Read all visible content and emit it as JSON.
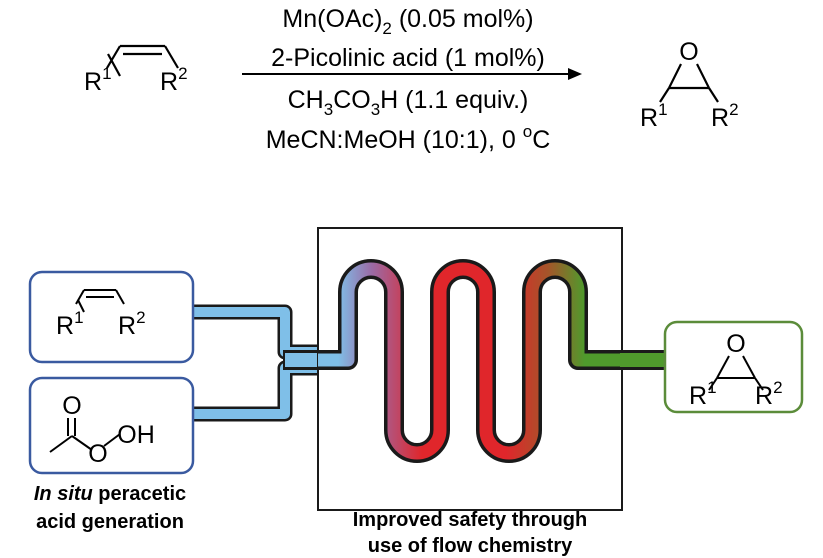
{
  "reaction": {
    "reactant": {
      "r1": "R",
      "r1_sup": "1",
      "r2": "R",
      "r2_sup": "2"
    },
    "conditions": {
      "catalyst_prefix": "Mn(OAc)",
      "catalyst_sub": "2",
      "catalyst_suffix": " (0.05 mol%)",
      "ligand": "2-Picolinic acid (1 mol%)",
      "oxidant_a": "CH",
      "oxidant_sub1": "3",
      "oxidant_b": "CO",
      "oxidant_sub2": "3",
      "oxidant_c": "H (1.1 equiv.)",
      "solvent_prefix": "MeCN:MeOH (10:1), 0 ",
      "solvent_sup": "o",
      "solvent_suffix": "C"
    },
    "product": {
      "oxygen": "O",
      "r1": "R",
      "r1_sup": "1",
      "r2": "R",
      "r2_sup": "2"
    }
  },
  "flow": {
    "alkene_box": {
      "r1": "R",
      "r1_sup": "1",
      "r2": "R",
      "r2_sup": "2"
    },
    "peracid_box": {
      "oxygen": "O",
      "oh_label": "OH",
      "o_label": "O"
    },
    "epoxide_box": {
      "oxygen": "O",
      "r1": "R",
      "r1_sup": "1",
      "r2": "R",
      "r2_sup": "2"
    },
    "caption_left_line1_italic": "In situ",
    "caption_left_line1_rest": " peracetic",
    "caption_left_line2": "acid generation",
    "caption_center_line1": "Improved safety through",
    "caption_center_line2": "use of flow chemistry",
    "colors": {
      "feed_blue": "#7fbfe8",
      "coil_purple": "#9b6ba6",
      "coil_red": "#e0262b",
      "coil_brown": "#a5552a",
      "coil_green": "#4f9a2c",
      "box_blue": "#3a5aa0",
      "box_green": "#5b8c3a"
    }
  }
}
